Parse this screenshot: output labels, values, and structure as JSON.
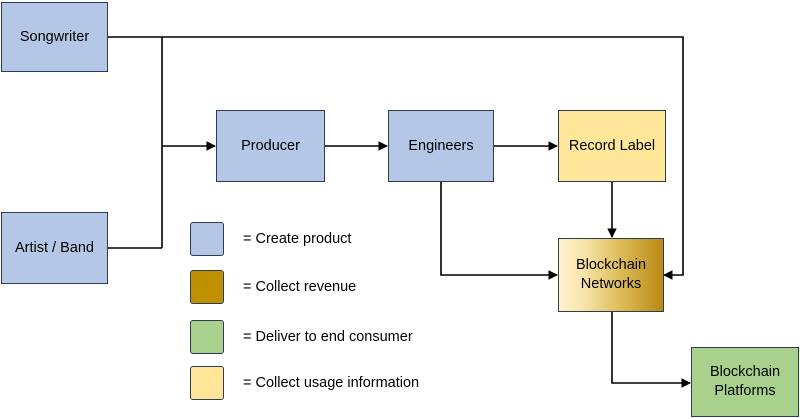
{
  "nodes": {
    "songwriter": "Songwriter",
    "artist_band": "Artist / Band",
    "producer": "Producer",
    "engineers": "Engineers",
    "record_label": "Record Label",
    "blockchain_networks": [
      "Blockchain",
      "Networks"
    ],
    "blockchain_platforms": [
      "Blockchain",
      "Platforms"
    ]
  },
  "legend": [
    {
      "color": "#b4c7e7",
      "label": "= Create product"
    },
    {
      "color": "#bf9000",
      "label": "= Collect revenue"
    },
    {
      "color": "#a9d18e",
      "label": "= Deliver to end consumer"
    },
    {
      "color": "#ffe699",
      "label": "= Collect usage information"
    }
  ]
}
